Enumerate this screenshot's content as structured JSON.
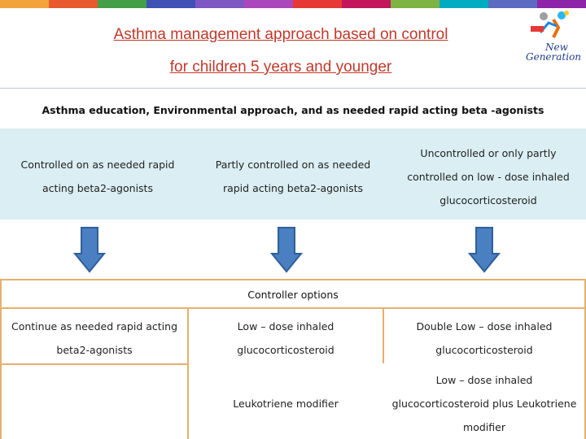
{
  "header": {
    "title_line1": "Asthma management approach based on control",
    "title_line2": "for children 5 years and younger",
    "colorbar_colors": [
      "#f2a33a",
      "#e8592d",
      "#43a047",
      "#3f51b5",
      "#7e57c2",
      "#ab47bc",
      "#e53935",
      "#c2185b",
      "#7cb342",
      "#00acc1",
      "#5c6bc0",
      "#8e24aa"
    ]
  },
  "logo": {
    "line1": "New",
    "line2": "Generation"
  },
  "education": {
    "text": "Asthma education, Environmental approach, and as needed rapid acting beta -agonists"
  },
  "control_levels": [
    {
      "line1": "Controlled on as needed rapid",
      "line2": "acting beta2-agonists"
    },
    {
      "line1": "Partly controlled on as needed",
      "line2": "rapid acting beta2-agonists"
    },
    {
      "line1": "Uncontrolled or only partly",
      "line2": "controlled on low - dose inhaled",
      "line3": "glucocorticosteroid"
    }
  ],
  "arrow_color": "#4a7fc1",
  "controller": {
    "header": "Controller options",
    "row1": [
      {
        "line1": "Continue as needed rapid acting",
        "line2": "beta2-agonists"
      },
      {
        "line1": "Low – dose inhaled",
        "line2": "glucocorticosteroid"
      },
      {
        "line1": "Double Low – dose inhaled",
        "line2": "glucocorticosteroid"
      }
    ],
    "row2": [
      {
        "line1": "Leukotriene modifier"
      },
      {
        "line1": "Low – dose inhaled",
        "line2": "glucocorticosteroid plus Leukotriene",
        "line3": "modifier"
      }
    ]
  }
}
